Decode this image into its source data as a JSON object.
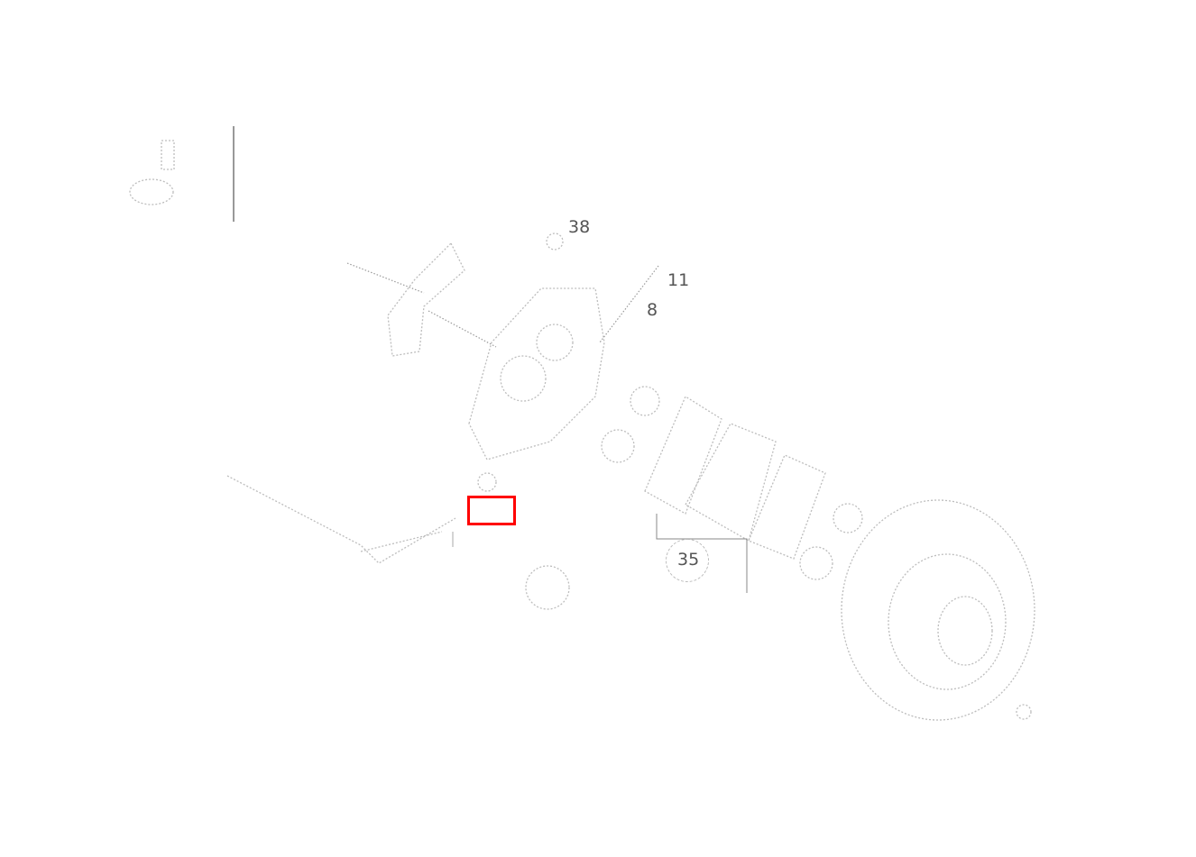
{
  "diagram": {
    "labels": {
      "part_38": "38",
      "part_11": "11",
      "part_8": "8",
      "part_35": "35"
    },
    "highlight_color": "#ff0000"
  }
}
